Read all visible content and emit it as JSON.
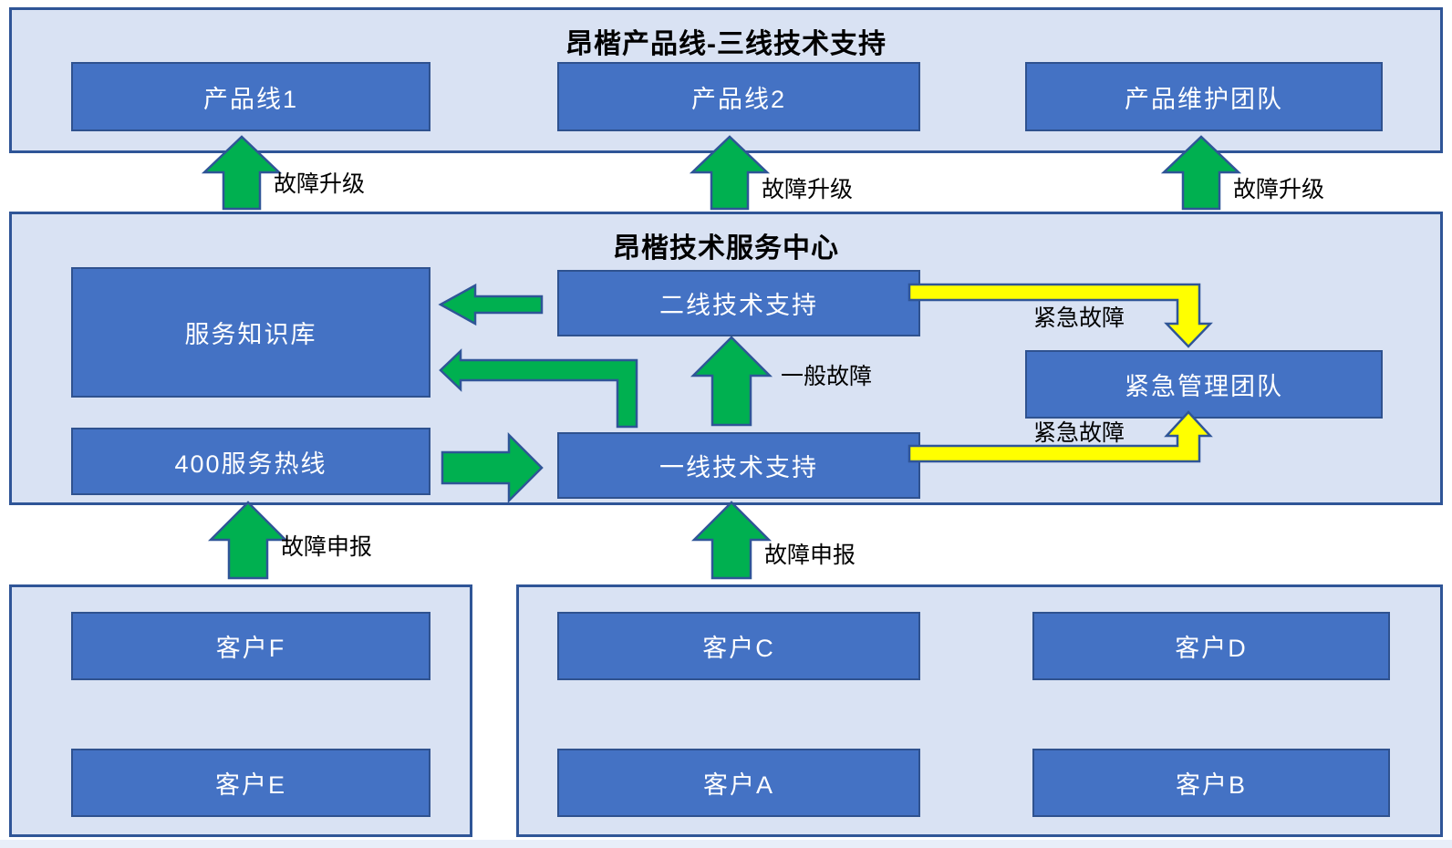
{
  "diagram": {
    "top": {
      "title": "昂楷产品线-三线技术支持",
      "boxes": [
        {
          "label": "产品线1"
        },
        {
          "label": "产品线2"
        },
        {
          "label": "产品维护团队"
        }
      ]
    },
    "middle": {
      "title": "昂楷技术服务中心",
      "boxes": [
        {
          "label": "服务知识库"
        },
        {
          "label": "二线技术支持"
        },
        {
          "label": "紧急管理团队"
        },
        {
          "label": "400服务热线"
        },
        {
          "label": "一线技术支持"
        }
      ]
    },
    "bottom_left": {
      "boxes": [
        {
          "label": "客户F"
        },
        {
          "label": "客户E"
        }
      ]
    },
    "bottom_right": {
      "boxes": [
        {
          "label": "客户C"
        },
        {
          "label": "客户D"
        },
        {
          "label": "客户A"
        },
        {
          "label": "客户B"
        }
      ]
    },
    "arrow_labels": {
      "escalation_1": "故障升级",
      "escalation_2": "故障升级",
      "escalation_3": "故障升级",
      "report_1": "故障申报",
      "report_2": "故障申报",
      "general_fault": "一般故障",
      "urgent_fault_1": "紧急故障",
      "urgent_fault_2": "紧急故障"
    },
    "colors": {
      "node_fill": "#4472C4",
      "node_border": "#2F528F",
      "container_fill": "#D9E2F3",
      "container_border": "#2F5597",
      "arrow_green": "#00B050",
      "arrow_yellow": "#FFFF00",
      "arrow_outline": "#2F5597",
      "label_text": "#000000"
    }
  }
}
